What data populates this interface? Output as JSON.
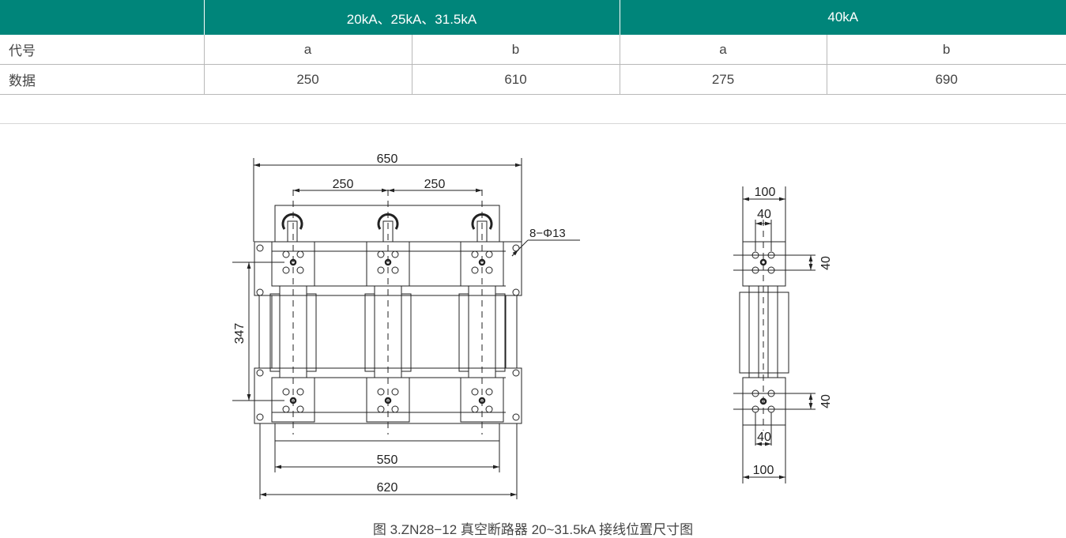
{
  "table": {
    "header": {
      "blank": "",
      "group1": "20kA、25kA、31.5kA",
      "group2": "40kA"
    },
    "rows": [
      {
        "label": "代号",
        "cells": [
          "a",
          "b",
          "a",
          "b"
        ]
      },
      {
        "label": "数据",
        "cells": [
          "250",
          "610",
          "275",
          "690"
        ]
      }
    ]
  },
  "drawing": {
    "front_view": {
      "dim_top_overall": "650",
      "dim_top_spacing_left": "250",
      "dim_top_spacing_right": "250",
      "dim_hole_note": "8−Φ13",
      "dim_left_height": "347",
      "dim_bottom_inner": "550",
      "dim_bottom_outer": "620"
    },
    "side_view": {
      "dim_top_width": "100",
      "dim_top_inner": "40",
      "dim_upper_pitch": "40",
      "dim_lower_pitch": "40",
      "dim_bottom_inner": "40",
      "dim_bottom_width": "100"
    }
  },
  "caption": "图 3.ZN28−12 真空断路器 20~31.5kA 接线位置尺寸图",
  "colors": {
    "header_bg": "#00857a",
    "header_text": "#ffffff",
    "grid_line": "#b8b8b8"
  }
}
